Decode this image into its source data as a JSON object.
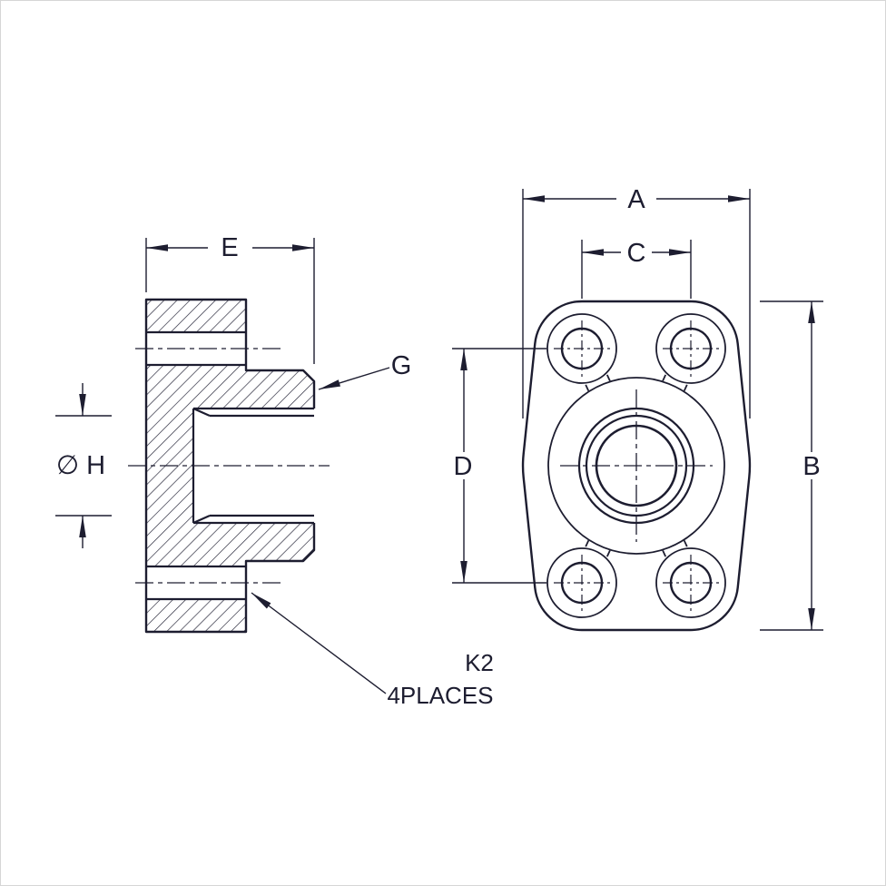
{
  "drawing": {
    "labels": {
      "dim_a": "A",
      "dim_b": "B",
      "dim_c": "C",
      "dim_d": "D",
      "dim_e": "E",
      "dim_g": "G",
      "dim_h": "∅ H",
      "note_k": "K2",
      "note_places": "4PLACES"
    },
    "colors": {
      "line": "#1d1d30",
      "background": "#ffffff"
    }
  }
}
